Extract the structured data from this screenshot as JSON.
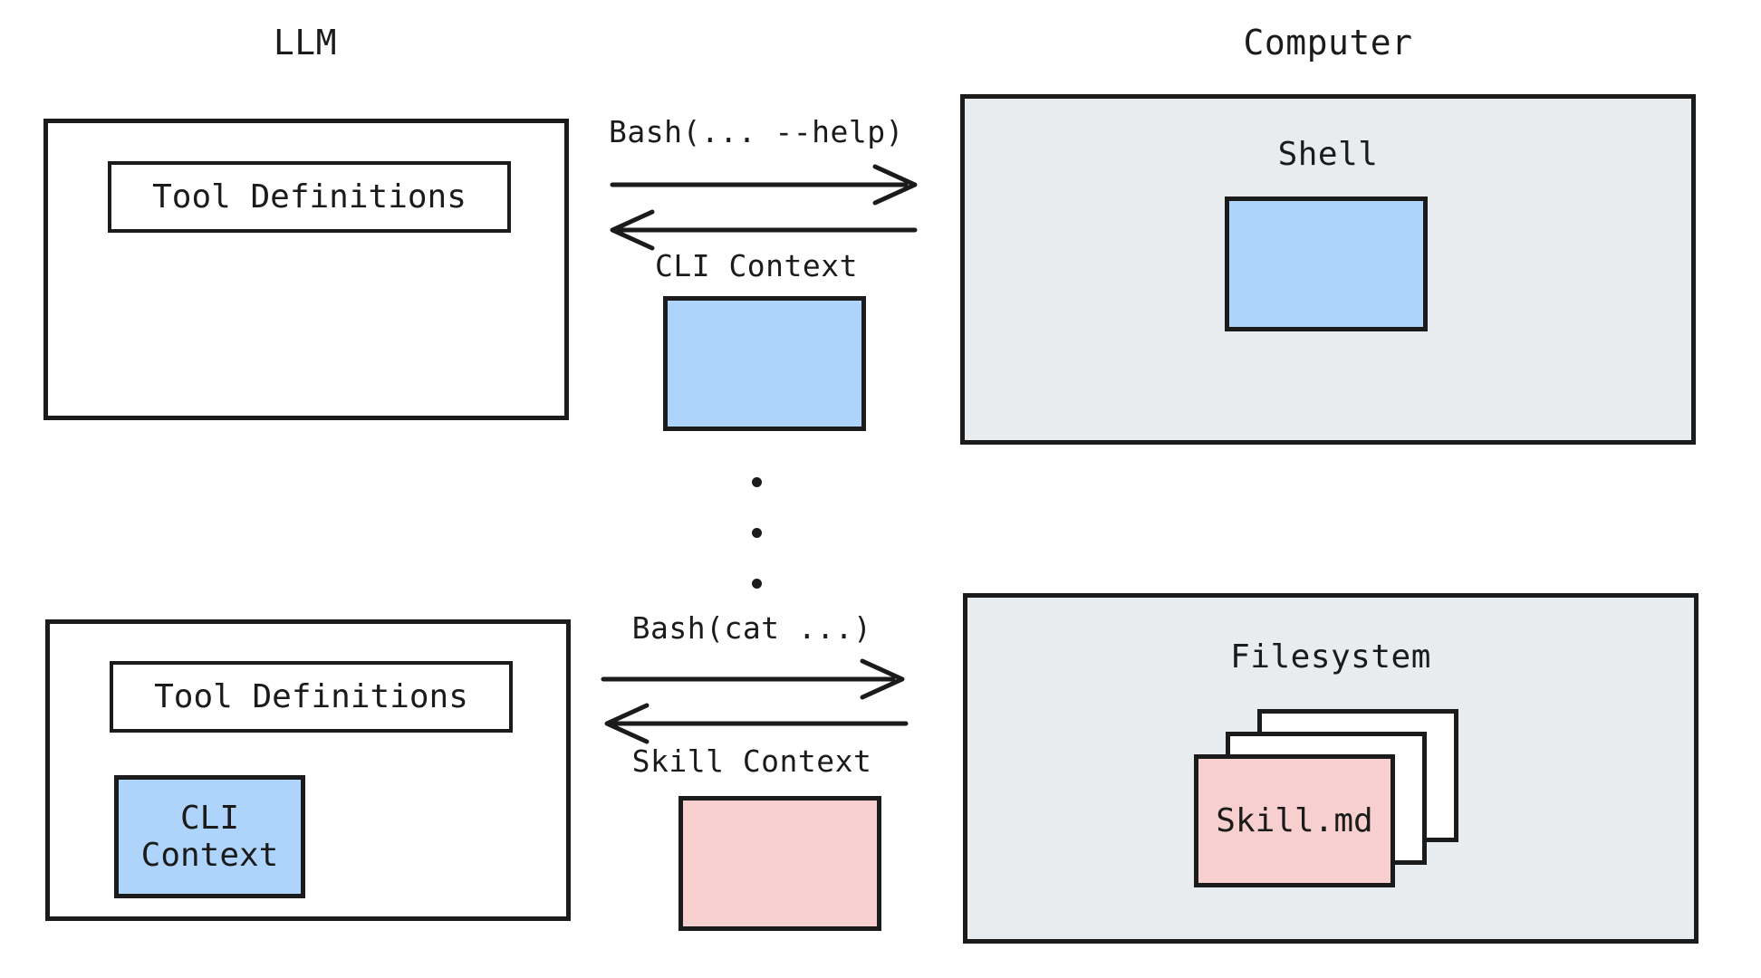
{
  "diagram": {
    "title_left": "LLM",
    "title_right": "Computer",
    "background_color": "#ffffff",
    "stroke_color": "#1b1b1b",
    "panel_color": "#e8ecef",
    "blue_color": "#aed4fb",
    "pink_color": "#f8cfcf"
  },
  "top_row": {
    "llm_box": {
      "tool_definitions_label": "Tool Definitions"
    },
    "edge": {
      "request_label": "Bash(... --help)",
      "response_label": "CLI Context",
      "request_direction": "right",
      "response_direction": "left"
    },
    "computer_box": {
      "shell_label": "Shell"
    }
  },
  "ellipsis": {
    "dots": [
      "dot",
      "dot",
      "dot"
    ]
  },
  "bottom_row": {
    "llm_box": {
      "tool_definitions_label": "Tool Definitions",
      "cli_context_label": "CLI\nContext"
    },
    "edge": {
      "request_label": "Bash(cat ...)",
      "response_label": "Skill Context",
      "request_direction": "right",
      "response_direction": "left"
    },
    "computer_box": {
      "filesystem_label": "Filesystem",
      "skill_card_label": "Skill.md",
      "card_count": 3
    }
  }
}
